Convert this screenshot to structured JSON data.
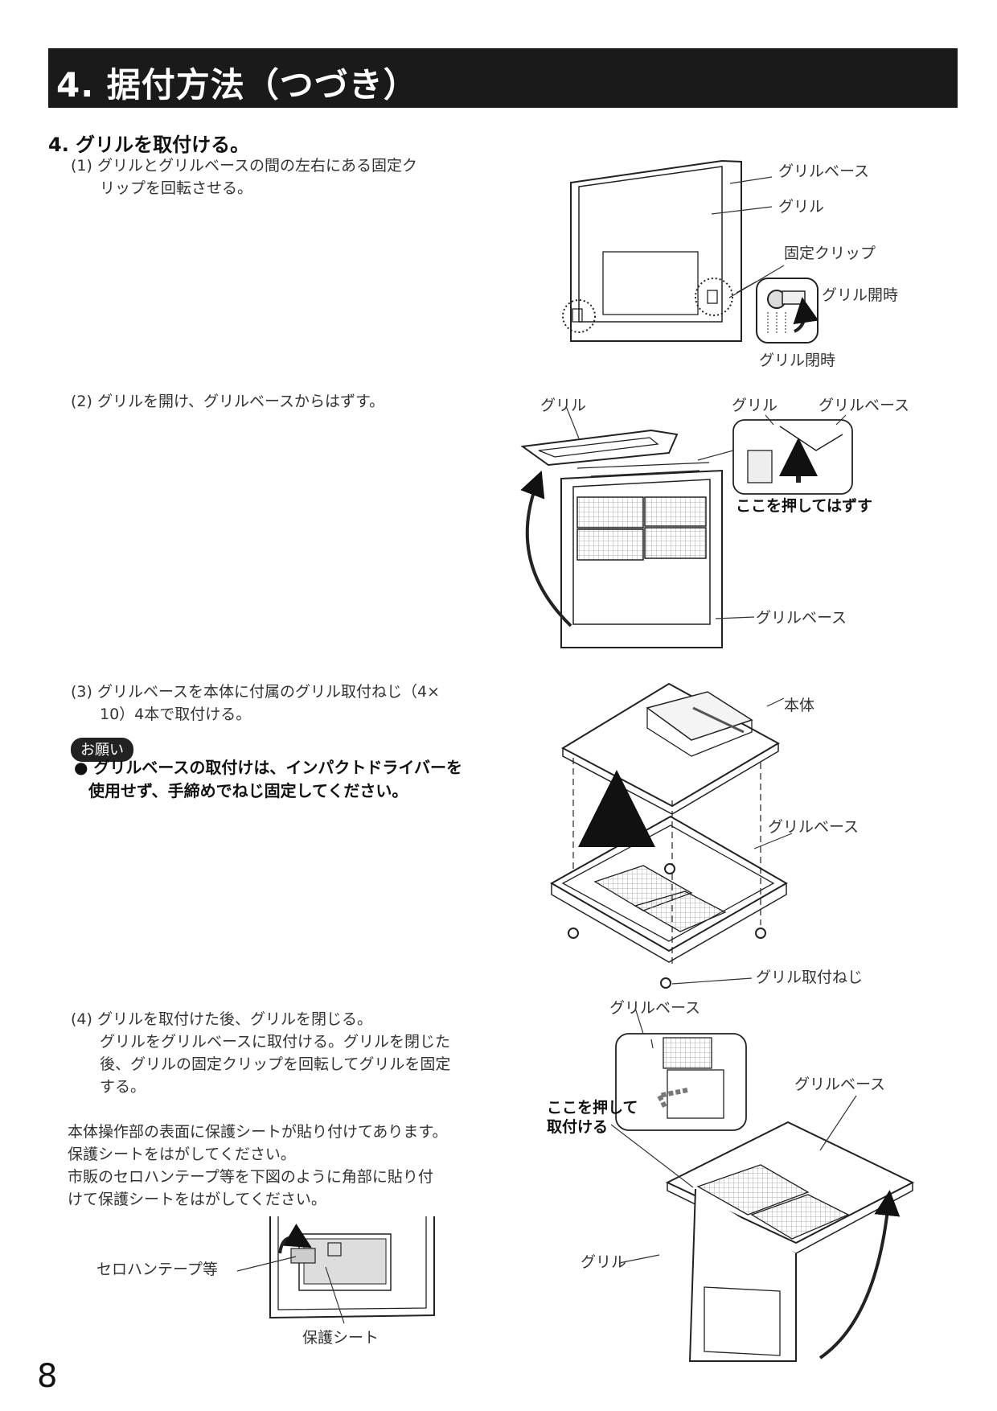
{
  "header": {
    "title": "4. 据付方法（つづき）"
  },
  "step": {
    "title": "4. グリルを取付ける。"
  },
  "substeps": [
    {
      "lines": [
        "(1) グリルとグリルベースの間の左右にある固定ク",
        "リップを回転させる。"
      ]
    },
    {
      "lines": [
        "(2) グリルを開け、グリルベースからはずす。"
      ]
    },
    {
      "lines": [
        "(3) グリルベースを本体に付属のグリル取付ねじ（4×",
        "10）4本で取付ける。"
      ]
    },
    {
      "lines": [
        "(4) グリルを取付けた後、グリルを閉じる。",
        "グリルをグリルベースに取付ける。グリルを閉じた",
        "後、グリルの固定クリップを回転してグリルを固定",
        "する。"
      ]
    }
  ],
  "note": {
    "badge": "お願い",
    "lines": [
      "● グリルベースの取付けは、インパクトドライバーを",
      "使用せず、手締めでねじ固定してください。"
    ]
  },
  "protect": {
    "lines": [
      "本体操作部の表面に保護シートが貼り付けてあります。",
      "保護シートをはがしてください。",
      "市販のセロハンテープ等を下図のように角部に貼り付",
      "けて保護シートをはがしてください。"
    ]
  },
  "fig1": {
    "grille_base": "グリルベース",
    "grille": "グリル",
    "clip": "固定クリップ",
    "open": "グリル開時",
    "closed": "グリル閉時"
  },
  "fig2": {
    "grille_left": "グリル",
    "grille_inset": "グリル",
    "base_inset": "グリルベース",
    "push": "ここを押してはずす",
    "base_bottom": "グリルベース"
  },
  "fig3": {
    "body": "本体",
    "base": "グリルベース",
    "screw": "グリル取付ねじ"
  },
  "fig4": {
    "base_top": "グリルベース",
    "base_right": "グリルベース",
    "push_line1": "ここを押して",
    "push_line2": "取付ける",
    "grille": "グリル"
  },
  "fig5": {
    "tape": "セロハンテープ等",
    "sheet": "保護シート"
  },
  "page": {
    "number": "8"
  }
}
